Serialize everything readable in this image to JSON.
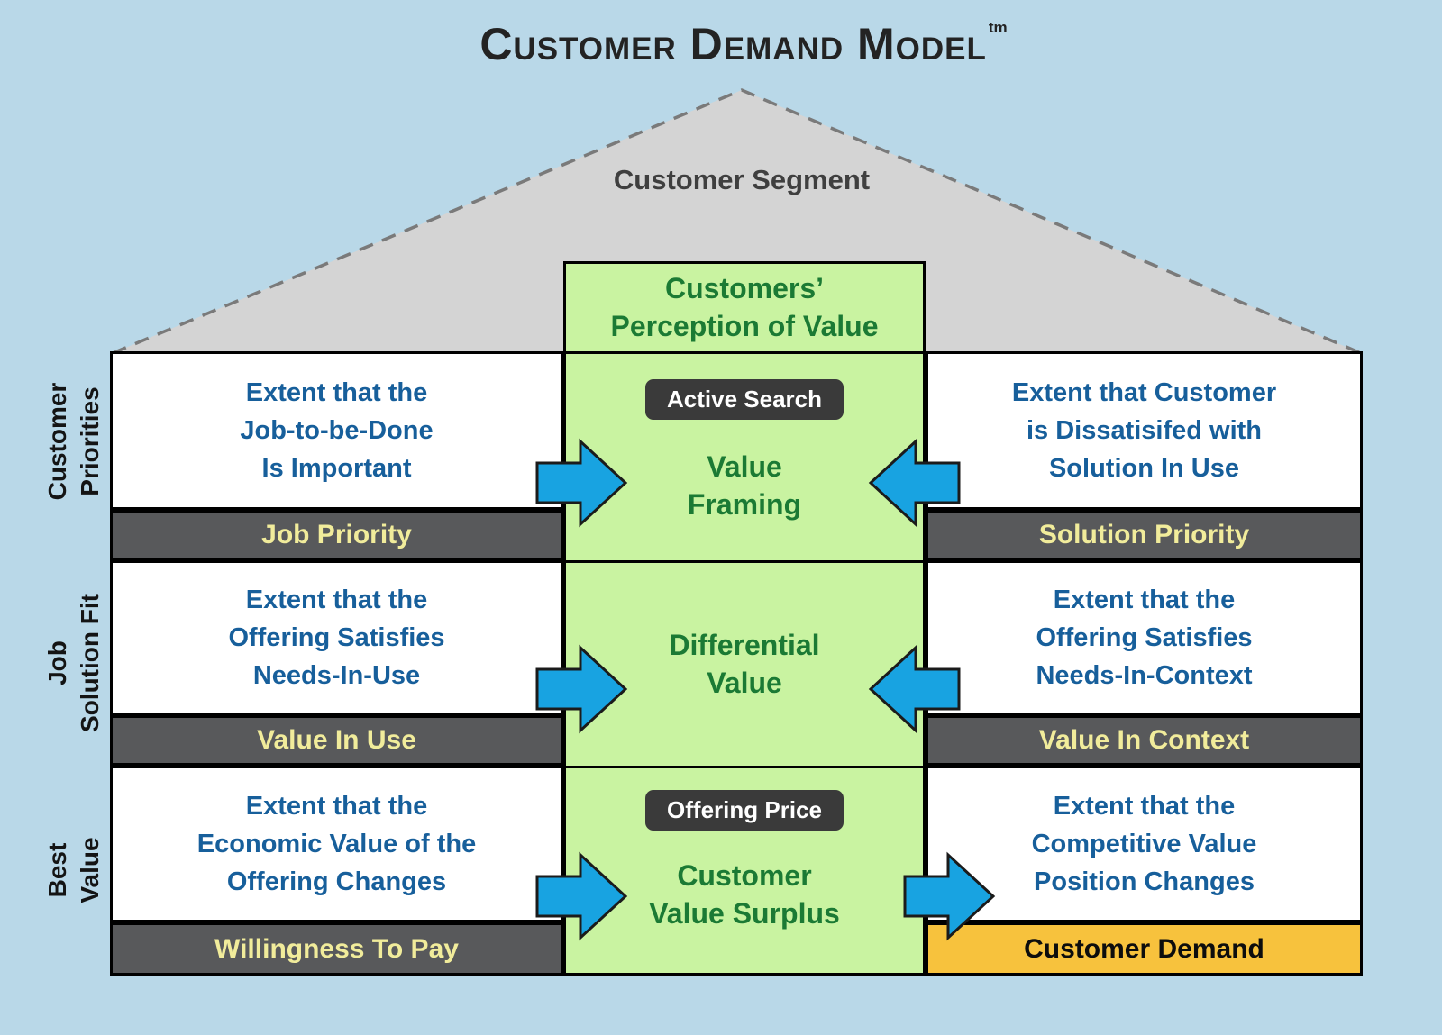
{
  "colors": {
    "background": "#b9d8e8",
    "roof_fill": "#d4d4d4",
    "roof_border": "#7a7a7a",
    "green_panel": "#c9f3a1",
    "green_text": "#1b7a34",
    "blue_text": "#175f9b",
    "bar_gray": "#58595b",
    "bar_text_yellow": "#f1ec9b",
    "demand_orange": "#f7c23d",
    "arrow_blue": "#18a3e1",
    "badge_dark": "#3a3a3a"
  },
  "title": {
    "text": "Customer Demand Model",
    "trademark": "tm"
  },
  "roof": {
    "label": "Customer Segment"
  },
  "side_labels": [
    {
      "label": "Customer\nPriorities"
    },
    {
      "label": "Job\nSolution Fit"
    },
    {
      "label": "Best\nValue"
    }
  ],
  "center": {
    "header": "Customers’\nPerception of Value",
    "sections": [
      {
        "badge": "Active Search",
        "label": "Value\nFraming"
      },
      {
        "label": "Differential\nValue"
      },
      {
        "badge": "Offering Price",
        "label": "Customer\nValue Surplus"
      }
    ]
  },
  "left_column": {
    "rows": [
      {
        "text": "Extent that the\nJob-to-be-Done\nIs Important",
        "bar": "Job Priority"
      },
      {
        "text": "Extent that the\nOffering Satisfies\nNeeds-In-Use",
        "bar": "Value In Use"
      },
      {
        "text": "Extent that the\nEconomic Value of the\nOffering Changes",
        "bar": "Willingness To Pay"
      }
    ]
  },
  "right_column": {
    "rows": [
      {
        "text": "Extent that Customer\nis Dissatisifed with\nSolution In Use",
        "bar": "Solution Priority"
      },
      {
        "text": "Extent that the\nOffering Satisfies\nNeeds-In-Context",
        "bar": "Value In Context"
      },
      {
        "text": "Extent that the\nCompetitive Value\nPosition Changes",
        "bar": "Customer Demand"
      }
    ]
  }
}
